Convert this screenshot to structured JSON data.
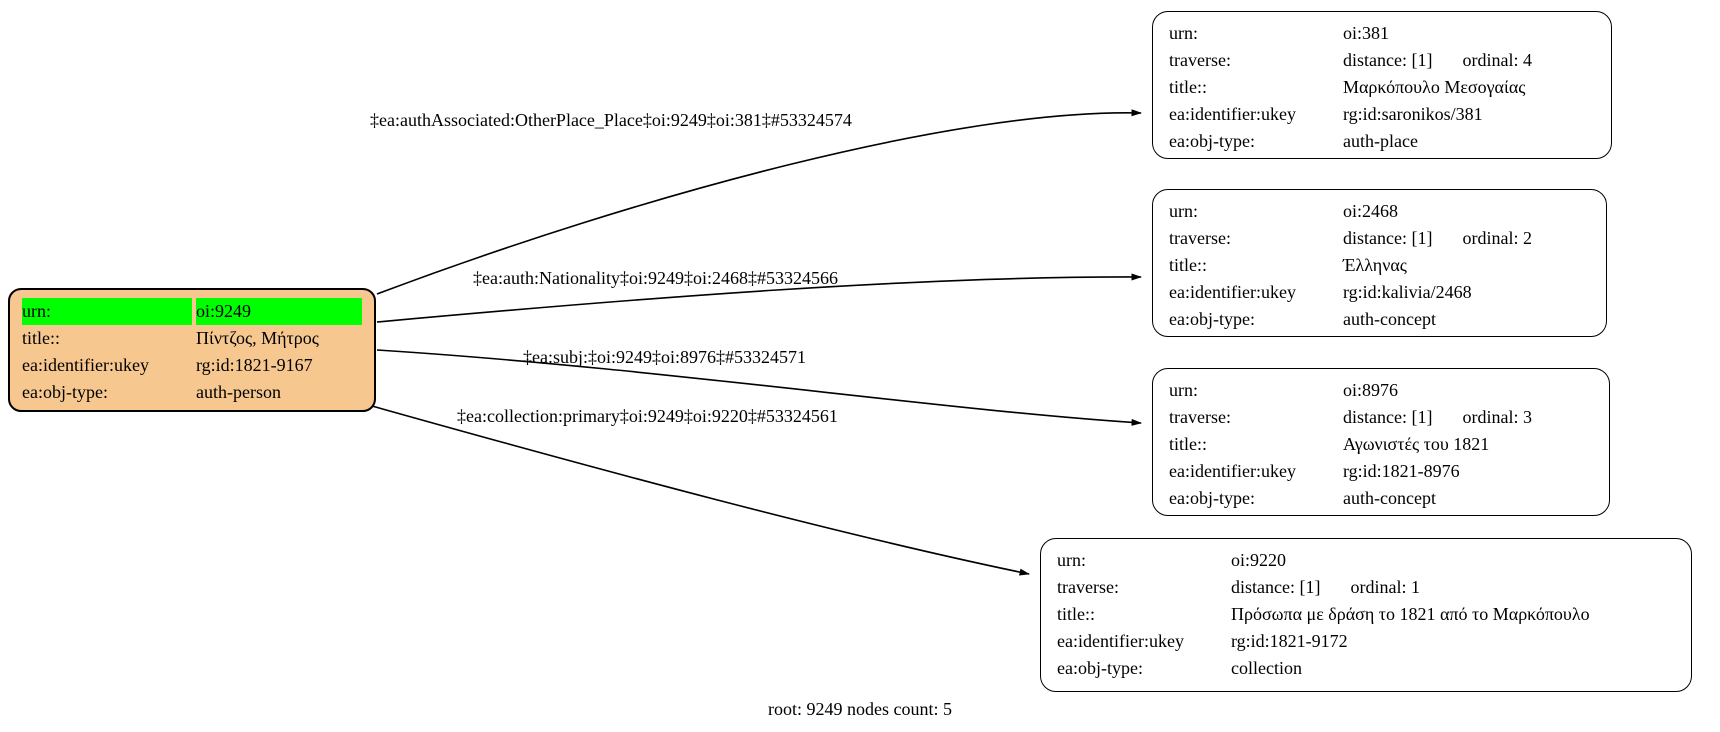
{
  "footer": "root: 9249 nodes count: 5",
  "colors": {
    "root_fill": "#f6c78f",
    "highlight": "#00ff00",
    "node_fill": "#ffffff",
    "edge": "#000000"
  },
  "root_node": {
    "rows": [
      {
        "key": "urn:",
        "value": "oi:9249"
      },
      {
        "key": "title::",
        "value": "Πίντζος, Μήτρος"
      },
      {
        "key": "ea:identifier:ukey",
        "value": "rg:id:1821-9167"
      },
      {
        "key": "ea:obj-type:",
        "value": "auth-person"
      }
    ]
  },
  "nodes": [
    {
      "rows": [
        {
          "key": "urn:",
          "value": "oi:381"
        },
        {
          "key": "traverse:",
          "value": "distance: [1]",
          "ordinal": "ordinal: 4"
        },
        {
          "key": "title::",
          "value": "Μαρκόπουλο Μεσογαίας"
        },
        {
          "key": "ea:identifier:ukey",
          "value": "rg:id:saronikos/381"
        },
        {
          "key": "ea:obj-type:",
          "value": "auth-place"
        }
      ]
    },
    {
      "rows": [
        {
          "key": "urn:",
          "value": "oi:2468"
        },
        {
          "key": "traverse:",
          "value": "distance: [1]",
          "ordinal": "ordinal: 2"
        },
        {
          "key": "title::",
          "value": "Έλληνας"
        },
        {
          "key": "ea:identifier:ukey",
          "value": "rg:id:kalivia/2468"
        },
        {
          "key": "ea:obj-type:",
          "value": "auth-concept"
        }
      ]
    },
    {
      "rows": [
        {
          "key": "urn:",
          "value": "oi:8976"
        },
        {
          "key": "traverse:",
          "value": "distance: [1]",
          "ordinal": "ordinal: 3"
        },
        {
          "key": "title::",
          "value": "Αγωνιστές του 1821"
        },
        {
          "key": "ea:identifier:ukey",
          "value": "rg:id:1821-8976"
        },
        {
          "key": "ea:obj-type:",
          "value": "auth-concept"
        }
      ]
    },
    {
      "rows": [
        {
          "key": "urn:",
          "value": "oi:9220"
        },
        {
          "key": "traverse:",
          "value": "distance: [1]",
          "ordinal": "ordinal: 1"
        },
        {
          "key": "title::",
          "value": "Πρόσωπα με δράση το 1821 από το Μαρκόπουλο"
        },
        {
          "key": "ea:identifier:ukey",
          "value": "rg:id:1821-9172"
        },
        {
          "key": "ea:obj-type:",
          "value": "collection"
        }
      ]
    }
  ],
  "edges": [
    {
      "label": "‡ea:authAssociated:OtherPlace_Place‡oi:9249‡oi:381‡#53324574"
    },
    {
      "label": "‡ea:auth:Nationality‡oi:9249‡oi:2468‡#53324566"
    },
    {
      "label": "‡ea:subj:‡oi:9249‡oi:8976‡#53324571"
    },
    {
      "label": "‡ea:collection:primary‡oi:9249‡oi:9220‡#53324561"
    }
  ]
}
